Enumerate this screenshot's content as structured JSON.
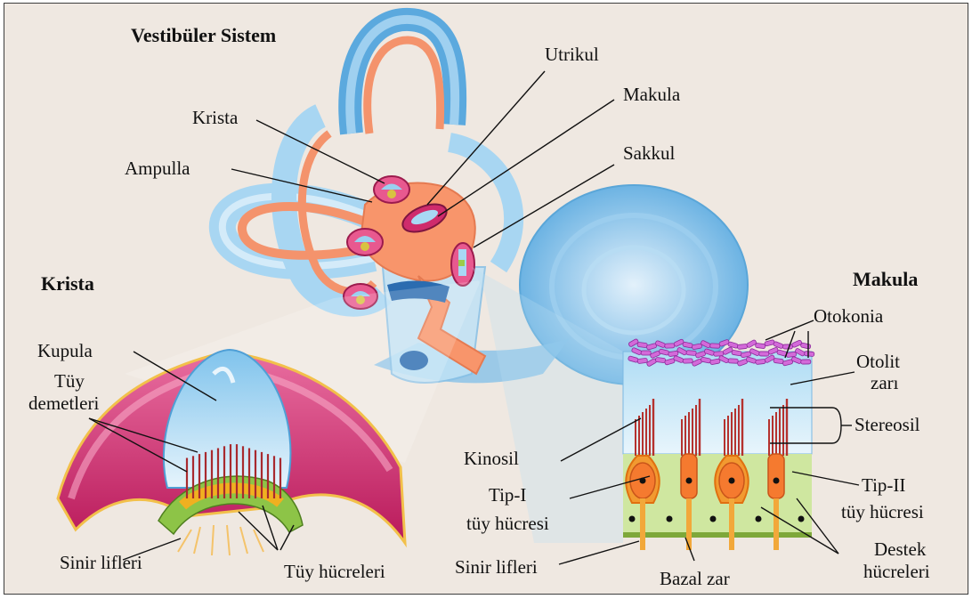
{
  "labels": {
    "vestibular_system": "Vestibüler Sistem",
    "utrikul": "Utrikul",
    "krista_pointer": "Krista",
    "makula_pointer": "Makula",
    "ampulla": "Ampulla",
    "sakkul": "Sakkul",
    "krista_heading": "Krista",
    "makula_heading": "Makula",
    "kupula": "Kupula",
    "tuy_demetleri_1": "Tüy",
    "tuy_demetleri_2": "demetleri",
    "otokonia": "Otokonia",
    "otolit_zari_1": "Otolit",
    "otolit_zari_2": "zarı",
    "stereosil": "Stereosil",
    "kinosil": "Kinosil",
    "tip1_1": "Tip-I",
    "tip1_2": "tüy hücresi",
    "tip2_1": "Tip-II",
    "tip2_2": "tüy hücresi",
    "destek_1": "Destek",
    "destek_2": "hücreleri",
    "sinir_lifleri_left": "Sinir lifleri",
    "tuy_hucreleri": "Tüy hücreleri",
    "sinir_lifleri_right": "Sinir lifleri",
    "bazal_zar": "Bazal zar"
  }
}
